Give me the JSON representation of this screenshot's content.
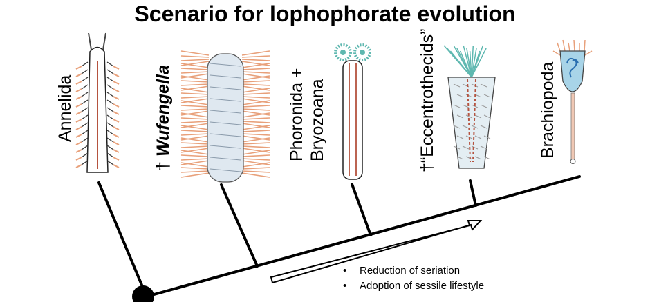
{
  "title": "Scenario for lophophorate evolution",
  "taxa": [
    {
      "prefix": "",
      "name": "Annelida",
      "line2": ""
    },
    {
      "prefix": "† ",
      "name": "Wufengella",
      "line2": ""
    },
    {
      "prefix": "",
      "name": "Phoronida +",
      "line2": "Bryozoana"
    },
    {
      "prefix": "†“",
      "name": "Eccentrothecids”",
      "line2": ""
    },
    {
      "prefix": "",
      "name": "Brachiopoda",
      "line2": ""
    }
  ],
  "trend": {
    "items": [
      "Reduction of seriation",
      "Adoption of sessile lifestyle"
    ]
  },
  "colors": {
    "branch": "#000000",
    "setae": "#e8a07a",
    "body_fill": "#dfe8f0",
    "lophophore": "#5fb8b0",
    "gut": "#b5533f"
  }
}
